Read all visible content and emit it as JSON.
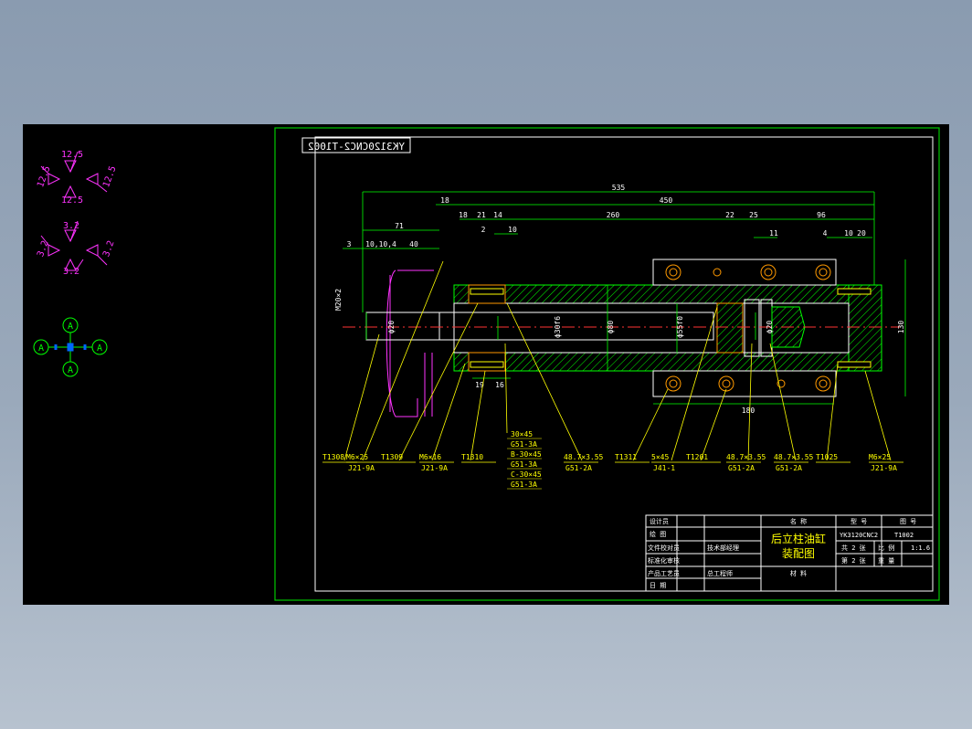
{
  "drawing": {
    "code_mirrored": "YK3120CNC2-T1002",
    "overall_width": "535",
    "length_450": "450",
    "dim_18": "18",
    "dim_18b": "18",
    "dim_21": "21",
    "dim_14": "14",
    "dim_260": "260",
    "dim_22": "22",
    "dim_25": "25",
    "dim_96": "96",
    "dim_71": "71",
    "dim_2": "2",
    "dim_10a": "10",
    "dim_11": "11",
    "dim_4": "4",
    "dim_10b": "10",
    "dim_20": "20",
    "dim_3": "3",
    "dim_10_10_4": "10,10,4",
    "dim_40": "40",
    "dim_m20": "M20×2",
    "dim_phi20": "ϕ20",
    "dim_phi30": "ϕ30f6",
    "dim_phi80": "ϕ80",
    "dim_phi55": "ϕ55f0",
    "dim_phi20b": "ϕ20",
    "dim_130": "130",
    "dim_19": "19",
    "dim_16": "16",
    "dim_180": "180"
  },
  "callouts": [
    {
      "top": "T1308",
      "bottom": ""
    },
    {
      "top": "M6×25",
      "bottom": "J21-9A"
    },
    {
      "top": "T1309",
      "bottom": ""
    },
    {
      "top": "M6×16",
      "bottom": "J21-9A"
    },
    {
      "top": "T1310",
      "bottom": ""
    },
    {
      "top": "48.7×3.55",
      "bottom": "G51-2A"
    },
    {
      "top": "T1311",
      "bottom": ""
    },
    {
      "top": "5×45",
      "bottom": "J41-1"
    },
    {
      "top": "T1201",
      "bottom": ""
    },
    {
      "top": "48.7×3.55",
      "bottom": "G51-2A"
    },
    {
      "top": "48.7×3.55",
      "bottom": "G51-2A"
    },
    {
      "top": "T1025",
      "bottom": ""
    },
    {
      "top": "M6×25",
      "bottom": "J21-9A"
    }
  ],
  "seal_stack": [
    "30×45",
    "G51-3A",
    "B-30×45",
    "G51-3A",
    "C-30×45",
    "G51-3A"
  ],
  "roughness": {
    "top_value": "12.5",
    "bottom_value": "3.2",
    "ref_label": "A"
  },
  "title_block": {
    "designer": "设计员",
    "drafter": "绘 图",
    "draw_check": "文件校对员",
    "std_check": "标准化审核",
    "process": "产品工艺员",
    "date": "日 期",
    "main_reviewer": "技术部经理",
    "approver": "总工程师",
    "name_header": "名 称",
    "name_line1": "后立柱油缸",
    "name_line2": "装配图",
    "material_label": "材 料",
    "type_header": "型 号",
    "drawing_no_header": "图 号",
    "type_value": "YK3120CNC2",
    "drawing_no": "T1002",
    "sheet_total": "共 2 张",
    "scale_label": "比 例",
    "scale_value": "1:1.6",
    "sheet_no": "第 2 张",
    "weight_label": "重 量"
  }
}
